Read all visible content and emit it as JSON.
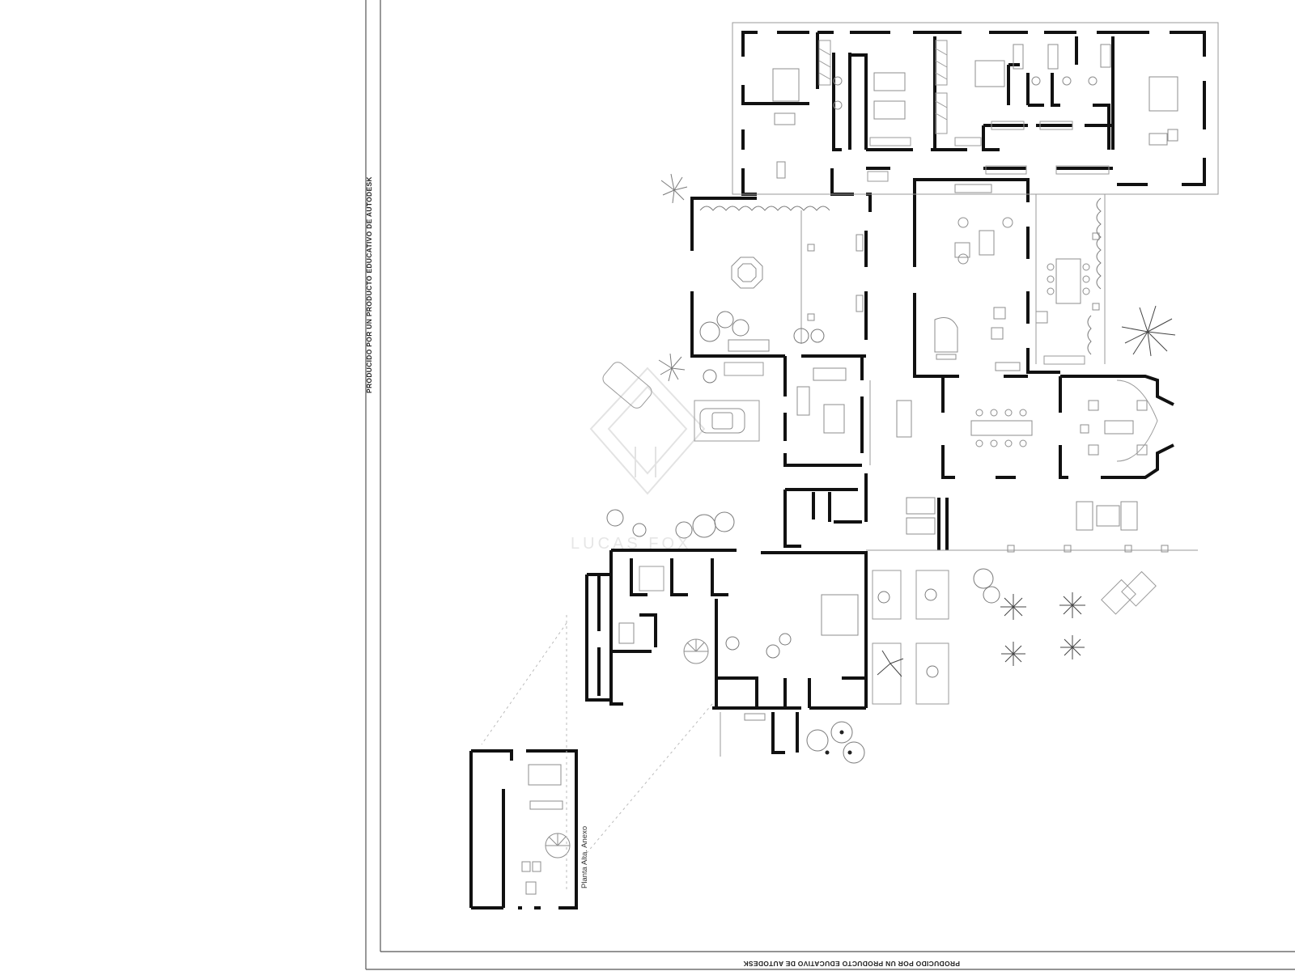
{
  "watermark_side": "PRODUCIDO POR UN PRODUCTO EDUCATIVO DE AUTODESK",
  "watermark_bottom": "PRODUCIDO POR UN PRODUCTO EDUCATIVO DE AUTODESK",
  "annex_label": "Planta Alta. Anexo",
  "colors": {
    "wall": "#111111",
    "fixture": "#8d8d8d",
    "frame": "#555555",
    "background": "#ffffff"
  },
  "icons": [
    "tree-icon",
    "palm-icon",
    "spiral-stair-icon",
    "piano-icon",
    "car-icon"
  ]
}
